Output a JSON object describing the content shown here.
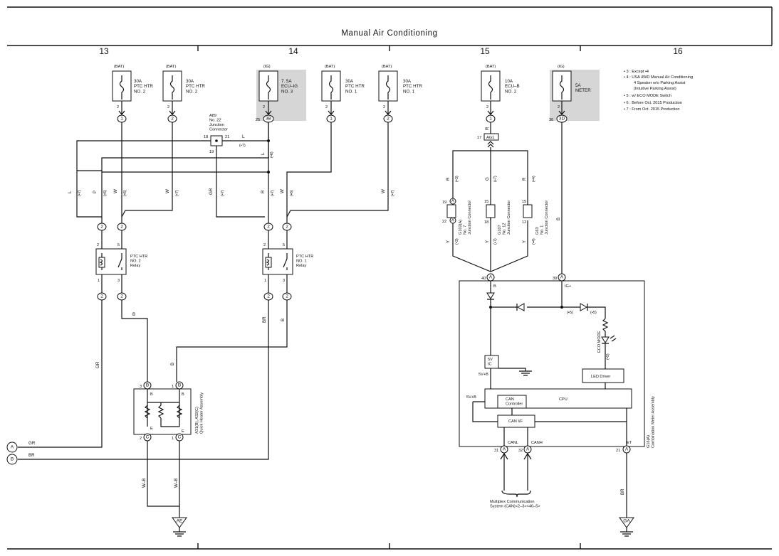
{
  "title": "Manual Air Conditioning",
  "columns": [
    "13",
    "14",
    "15",
    "16"
  ],
  "fuses": {
    "f1": {
      "src": "(BAT)",
      "name": "30A\nPTC HTR\nNO. 2",
      "pin": "2",
      "conn": "1"
    },
    "f2": {
      "src": "(BAT)",
      "name": "30A\nPTC HTR\nNO. 2",
      "pin": "2",
      "conn": "2"
    },
    "f3": {
      "src": "(IG)",
      "name": "7. 5A\nECU–IG\nNO. 3",
      "pin": "2",
      "conn": "3B",
      "conn_pin": "25"
    },
    "f4": {
      "src": "(BAT)",
      "name": "30A\nPTC HTR\nNO. 1",
      "pin": "2",
      "conn": "1"
    },
    "f5": {
      "src": "(BAT)",
      "name": "30A\nPTC HTR\nNO. 1",
      "pin": "2",
      "conn": "2"
    },
    "f6": {
      "src": "(BAT)",
      "name": "10A\nECU–B\nNO. 2",
      "pin": "2",
      "conn": "1"
    },
    "f7": {
      "src": "(IG)",
      "name": "5A\nMETER",
      "pin": "2",
      "conn": "3D",
      "conn_pin": "36"
    }
  },
  "notes": [
    "• 3 : Except •4",
    "• 4 : USA 4WD Manual Air Conditioning",
    "4 Speaker w/o Parking Assist",
    "(Intuitive Parking Assist)",
    "• 5 : w/ ECO MODE Switch",
    "• 6 : Before Oct.  2015 Production",
    "• 7 : From Oct.  2015 Production"
  ],
  "a89": {
    "name": "A89\nNo.  22\nJunction\nConnector",
    "p18": "18",
    "p21": "21",
    "p19": "19"
  },
  "wires": {
    "L": "L",
    "P": "P",
    "W": "W",
    "GR": "GR",
    "R": "R",
    "B": "B",
    "BR": "BR",
    "Y": "Y",
    "G": "G",
    "WB": "W–B",
    "n7": "(•7)",
    "n6": "(•6)",
    "n3": "(•3)",
    "n4": "(•4)",
    "n5": "(•5)"
  },
  "relays": {
    "r2": {
      "name": "PTC HTR\nNO. 2\nRelay",
      "p2": "2",
      "p5": "5",
      "p1": "1",
      "p3": "3"
    },
    "r1": {
      "name": "PTC HTR\nNO. 1\nRelay",
      "p2": "2",
      "p5": "5",
      "p1": "1",
      "p3": "3"
    }
  },
  "connectors": {
    "c2": "2"
  },
  "heater": {
    "name": "A31(B), A32(C)\nQuick Heater Assembly",
    "p3": "3",
    "p1": "1",
    "pB": "B",
    "pC": "C",
    "p2": "2",
    "lB": "B",
    "lE": "E"
  },
  "grounds": {
    "AE": "AE",
    "GA": "GA"
  },
  "edge": {
    "A": "A",
    "B": "B"
  },
  "ag1": {
    "pin": "17",
    "label": "AG1"
  },
  "jcons": {
    "g102": {
      "name": "G102(A)\nNo.  7\nJunction Connector",
      "p19": "19",
      "p22": "22",
      "pA": "A"
    },
    "g107": {
      "name": "G107\nNo.  12\nJunction Connector",
      "p15": "15",
      "p18": "18"
    },
    "g63": {
      "name": "G63\nNo.  1\nJunction Connector",
      "p15": "15",
      "p12": "12"
    }
  },
  "meter": {
    "name": "G16(A)\nCombination Meter Assembly",
    "p40": "40",
    "p39": "39",
    "pA": "A",
    "lB": "B",
    "lIG": "IG+",
    "ic": "5V\nIC",
    "v5b": "5V+B",
    "led_driver": "LED Driver",
    "cpu": "CPU",
    "can_ctrl": "CAN\nController",
    "can_if": "CAN I/F",
    "eco": "ECO MODE",
    "p31": "31",
    "p32": "32",
    "p21": "21",
    "canl": "CANL",
    "canh": "CANH",
    "et": "ET"
  },
  "multiplex": "Multiplex Communication\nSystem (CAN)<2–3><40–5>"
}
